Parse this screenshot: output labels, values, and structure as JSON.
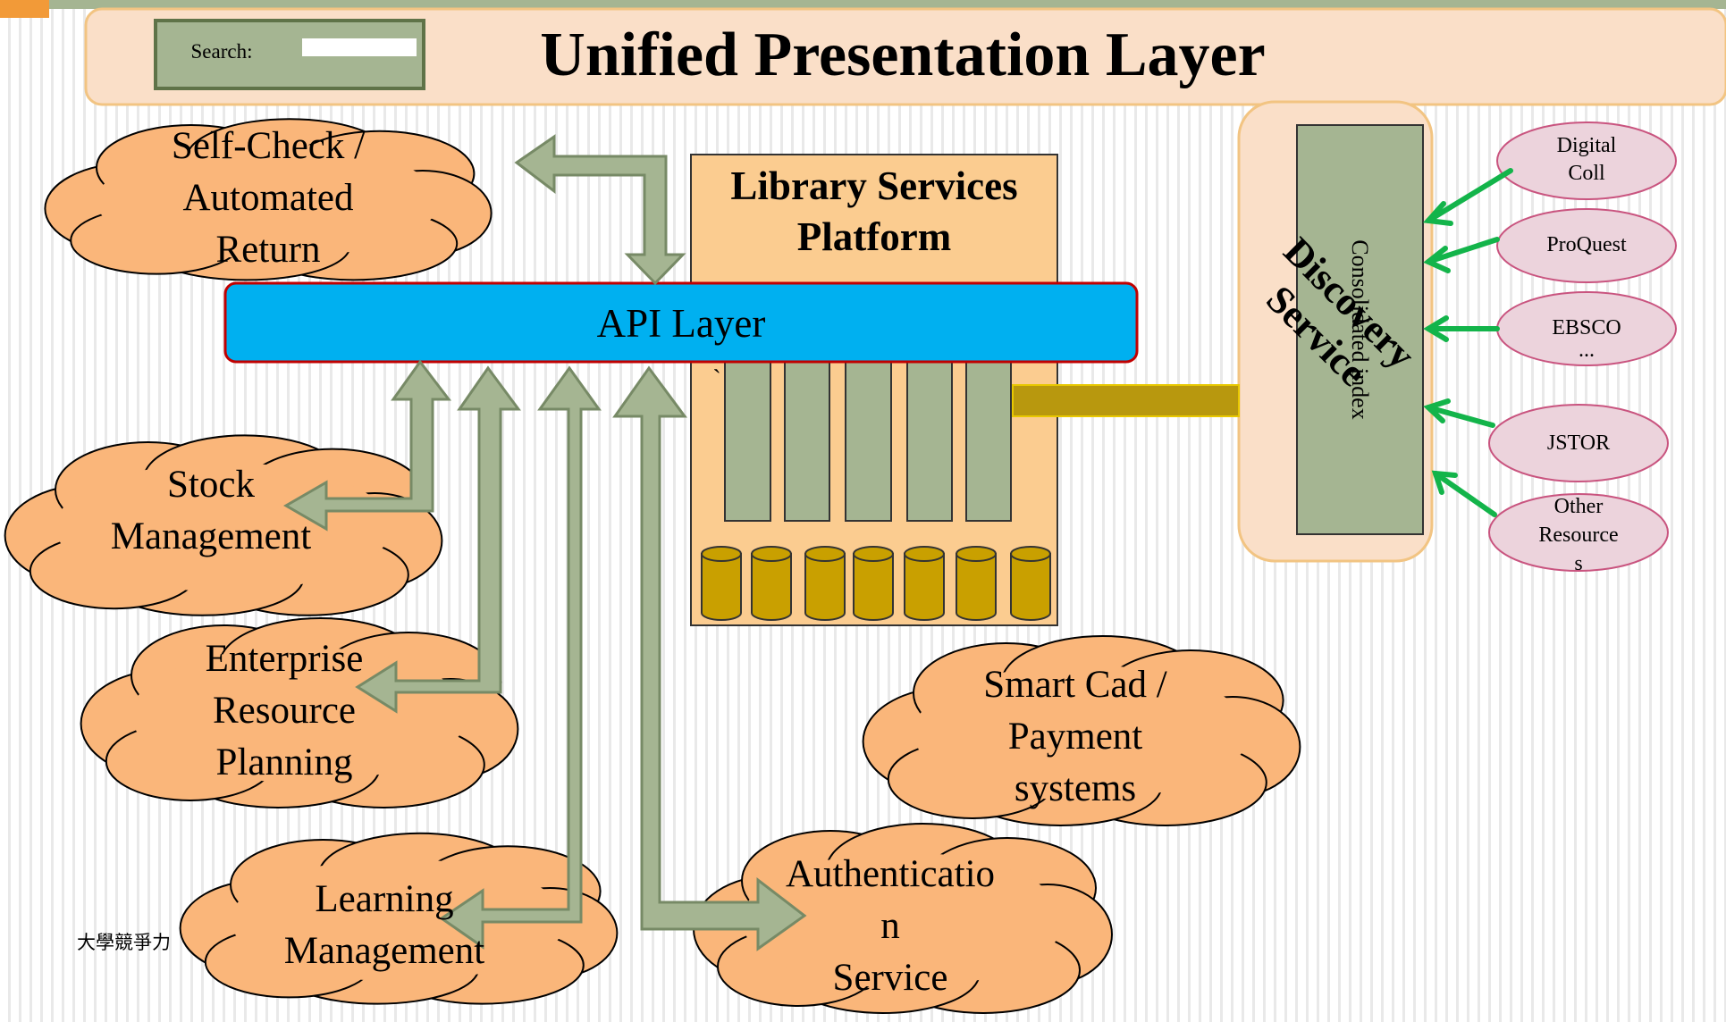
{
  "header": {
    "title": "Unified Presentation Layer",
    "search_label": "Search:",
    "search_value": ""
  },
  "platform": {
    "title_line1": "Library Services",
    "title_line2": "Platform",
    "api_label": "API Layer",
    "stray_mark": "`"
  },
  "discovery": {
    "label_line1": "Discovery",
    "label_line2": "Service",
    "index_label": "Consolidated index"
  },
  "sources": [
    {
      "lines": [
        "Digital",
        "Coll"
      ]
    },
    {
      "lines": [
        "ProQuest"
      ]
    },
    {
      "lines": [
        "EBSCO",
        "..."
      ]
    },
    {
      "lines": [
        "JSTOR"
      ]
    },
    {
      "lines": [
        "Other",
        "Resource",
        "s"
      ]
    }
  ],
  "clouds": {
    "self_check": [
      "Self-Check /",
      "Automated",
      "Return"
    ],
    "stock": [
      "Stock",
      "Management"
    ],
    "erp": [
      "Enterprise",
      "Resource",
      "Planning"
    ],
    "learning": [
      "Learning",
      "Management"
    ],
    "smart_card": [
      "Smart Cad /",
      "Payment",
      "systems"
    ],
    "auth": [
      "Authenticatio",
      "n",
      "Service"
    ]
  },
  "footer": {
    "text": "大學競爭力"
  },
  "colors": {
    "header_fill": "#fadfc8",
    "header_border": "#f2c482",
    "cloud_fill": "#fab67a",
    "api_fill": "#00b0f0",
    "api_border": "#c00000",
    "arrow_fill": "#a5b592",
    "arrow_stroke": "#778a66",
    "platform_fill": "#fbcc90",
    "server_fill": "#a5b592",
    "db_fill": "#c9a000",
    "connector": "#b8980e",
    "source_fill": "#ecd3dc",
    "source_border": "#c9547f",
    "green_arrow": "#13b44a",
    "corner": "#f29a38"
  }
}
